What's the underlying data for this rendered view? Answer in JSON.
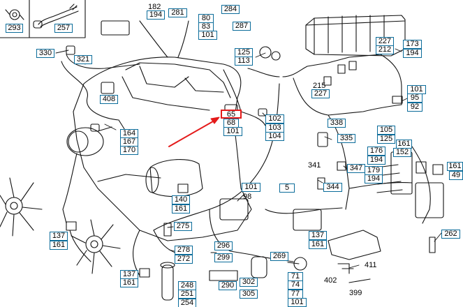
{
  "diagram": {
    "part_labels": [
      "293",
      "257",
      "182",
      "194",
      "281",
      "80",
      "83",
      "101",
      "284",
      "287",
      "330",
      "321",
      "125",
      "113",
      "227",
      "212",
      "173",
      "194",
      "408",
      "215",
      "227",
      "101",
      "95",
      "92",
      "65",
      "68",
      "101",
      "102",
      "103",
      "104",
      "164",
      "167",
      "170",
      "338",
      "335",
      "105",
      "125",
      "161",
      "152",
      "341",
      "176",
      "194",
      "347",
      "179",
      "194",
      "344",
      "161",
      "49",
      "101",
      "5",
      "140",
      "161",
      "275",
      "137",
      "161",
      "296",
      "299",
      "278",
      "272",
      "269",
      "71",
      "74",
      "77",
      "101",
      "137",
      "161",
      "248",
      "251",
      "254",
      "290",
      "302",
      "305",
      "411",
      "262"
    ],
    "plain_labels": [
      "98",
      "215",
      "341",
      "338",
      "402",
      "399",
      "411"
    ],
    "selected_part": "65"
  },
  "colors": {
    "label_border": "#0b6c9a",
    "highlight": "#e41a1a",
    "line": "#111111"
  }
}
